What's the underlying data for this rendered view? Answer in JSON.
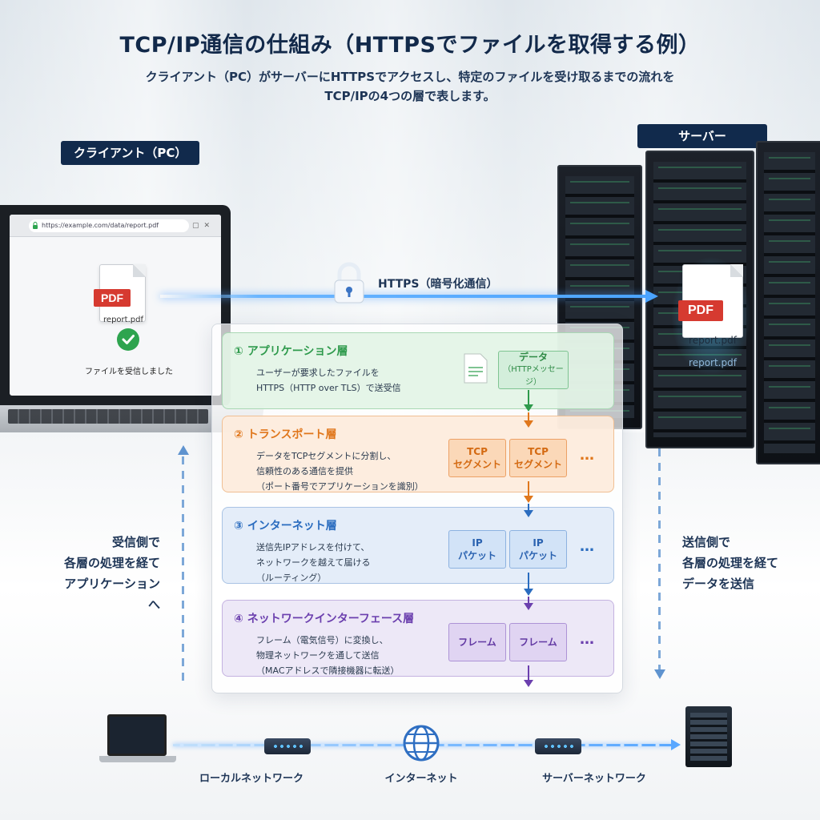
{
  "header": {
    "title": "TCP/IP通信の仕組み（HTTPSでファイルを取得する例）",
    "subtitle_line1": "クライアント（PC）がサーバーにHTTPSでアクセスし、特定のファイルを受け取るまでの流れを",
    "subtitle_line2": "TCP/IPの4つの層で表します。"
  },
  "tags": {
    "client": "クライアント（PC）",
    "server": "サーバー"
  },
  "client_screen": {
    "url": "https://example.com/data/report.pdf",
    "file_badge": "PDF",
    "file_name": "report.pdf",
    "status": "ファイルを受信しました"
  },
  "server_file": {
    "file_badge": "PDF",
    "file_name": "report.pdf",
    "file_name_reflection": "report.pdf"
  },
  "connection": {
    "label": "HTTPS（暗号化通信）"
  },
  "layers": [
    {
      "title": "① アプリケーション層",
      "desc": "ユーザーが要求したファイルを\nHTTPS（HTTP over TLS）で送受信",
      "units": [
        {
          "line1": "データ",
          "line2": "（HTTPメッセージ）"
        }
      ],
      "color": "#2e9a4c"
    },
    {
      "title": "② トランスポート層",
      "desc": "データをTCPセグメントに分割し、\n信頼性のある通信を提供\n（ポート番号でアプリケーションを識別）",
      "units": [
        {
          "line1": "TCP",
          "line2": "セグメント"
        },
        {
          "line1": "TCP",
          "line2": "セグメント"
        }
      ],
      "more": "…",
      "color": "#e0771c"
    },
    {
      "title": "③ インターネット層",
      "desc": "送信先IPアドレスを付けて、\nネットワークを越えて届ける\n（ルーティング）",
      "units": [
        {
          "line1": "IP",
          "line2": "パケット"
        },
        {
          "line1": "IP",
          "line2": "パケット"
        }
      ],
      "more": "…",
      "color": "#2a6cbf"
    },
    {
      "title": "④ ネットワークインターフェース層",
      "desc": "フレーム（電気信号）に変換し、\n物理ネットワークを通して送信\n（MACアドレスで隣接機器に転送）",
      "units": [
        {
          "line1": "フレーム"
        },
        {
          "line1": "フレーム"
        }
      ],
      "more": "…",
      "color": "#6b3fae"
    }
  ],
  "side_notes": {
    "receive": "受信側で\n各層の処理を経て\nアプリケーションへ",
    "send": "送信側で\n各層の処理を経て\nデータを送信"
  },
  "network": {
    "local": "ローカルネットワーク",
    "internet": "インターネット",
    "server_net": "サーバーネットワーク"
  }
}
